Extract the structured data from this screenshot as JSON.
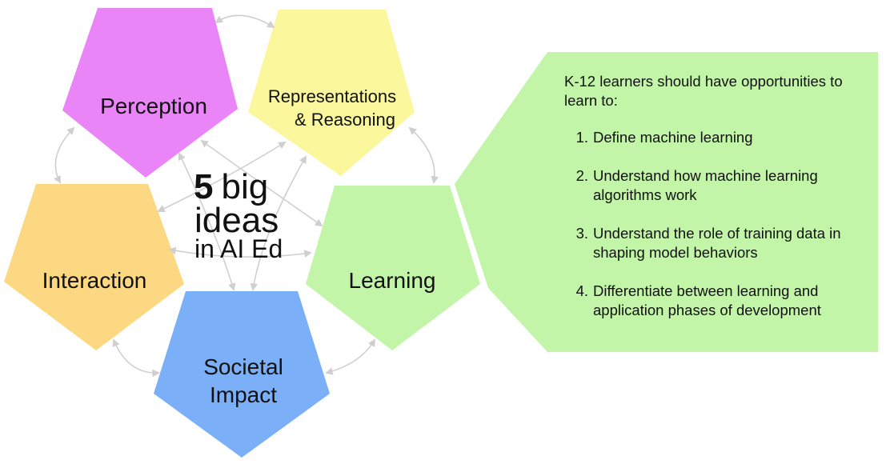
{
  "center": {
    "number": "5",
    "word_big": "big",
    "line2": "ideas",
    "line3": "in AI Ed"
  },
  "ideas": [
    {
      "id": "perception",
      "lines": [
        "Perception"
      ],
      "color": "#ea85f8"
    },
    {
      "id": "representations",
      "lines": [
        "Representations",
        "& Reasoning"
      ],
      "color": "#fbf79d"
    },
    {
      "id": "learning",
      "lines": [
        "Learning"
      ],
      "color": "#c3f5a8"
    },
    {
      "id": "societal-impact",
      "lines": [
        "Societal",
        "Impact"
      ],
      "color": "#7bb0f8"
    },
    {
      "id": "interaction",
      "lines": [
        "Interaction"
      ],
      "color": "#fdd882"
    }
  ],
  "callout": {
    "color": "#c3f5a8",
    "intro": "K-12 learners should have opportunities to learn to:",
    "items": [
      {
        "num": "1.",
        "text": "Define machine learning"
      },
      {
        "num": "2.",
        "text": "Understand how machine learning algorithms work"
      },
      {
        "num": "3.",
        "text": "Understand the role of training data in shaping model behaviors"
      },
      {
        "num": "4.",
        "text": "Differentiate between learning and application phases of development"
      }
    ]
  },
  "arrow_color": "#cfcfcf"
}
